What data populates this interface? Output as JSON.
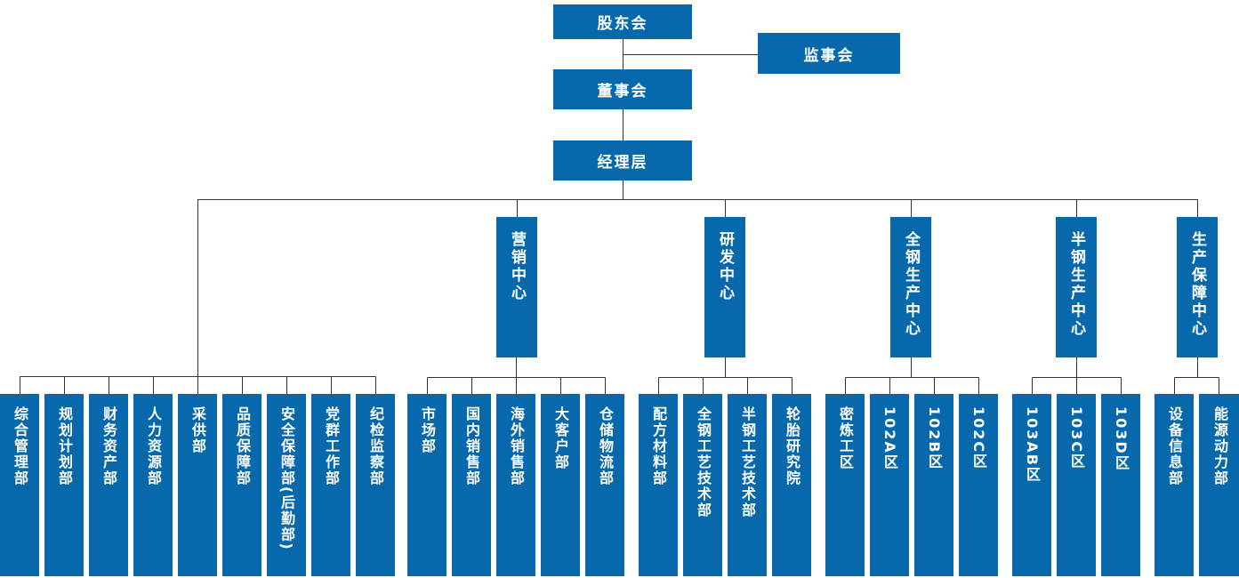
{
  "colors": {
    "box": "#0768ac",
    "line": "#333333",
    "text": "#ffffff"
  },
  "top_nodes": {
    "shareholders": "股东会",
    "supervisory": "监事会",
    "board": "董事会",
    "management": "经理层"
  },
  "centers": [
    "营销中心",
    "研发中心",
    "全钢生产中心",
    "半钢生产中心",
    "生产保障中心"
  ],
  "left_departments": [
    "综合管理部",
    "规划计划部",
    "财务资产部",
    "人力资源部",
    "采供部",
    "品质保障部",
    "安全保障部(后勤部)",
    "党群工作部",
    "纪检监察部"
  ],
  "marketing_departments": [
    "市场部",
    "国内销售部",
    "海外销售部",
    "大客户部",
    "仓储物流部"
  ],
  "rd_departments": [
    "配方材料部",
    "全钢工艺技术部",
    "半钢工艺技术部",
    "轮胎研究院"
  ],
  "allsteel_units": [
    "密炼工区",
    "102A区",
    "102B区",
    "102C区"
  ],
  "semisteel_units": [
    "103AB区",
    "103C区",
    "103D区"
  ],
  "support_departments": [
    "设备信息部",
    "能源动力部"
  ]
}
